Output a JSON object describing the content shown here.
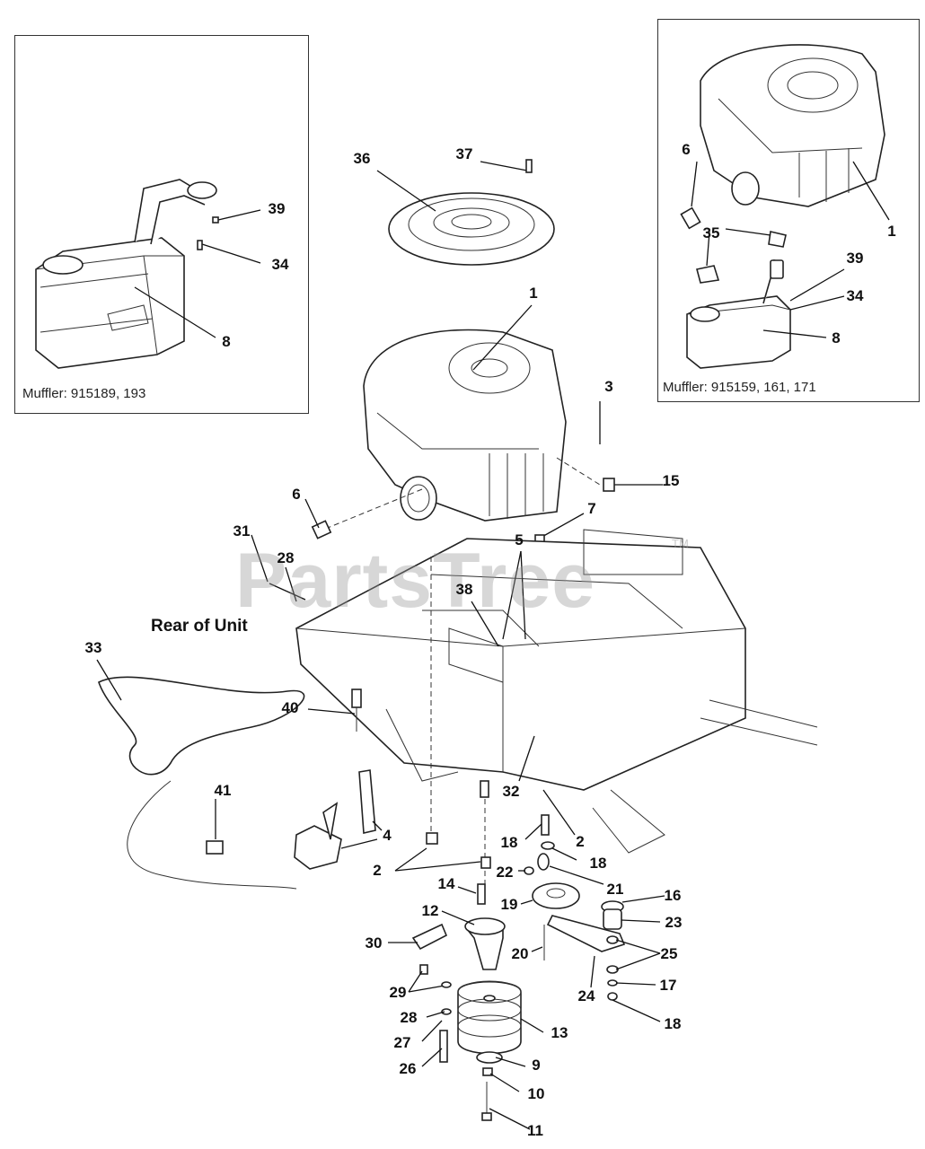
{
  "insets": {
    "left_caption": "Muffler: 915189, 193",
    "right_caption": "Muffler: 915159, 161, 171"
  },
  "notes": {
    "rear_of_unit": "Rear of Unit"
  },
  "watermark": {
    "text": "PartsTree",
    "tm": "TM"
  },
  "callouts": {
    "c1_main": "1",
    "c1_inset": "1",
    "c2_a": "2",
    "c2_b": "2",
    "c3": "3",
    "c4": "4",
    "c5": "5",
    "c6_main": "6",
    "c6_inset": "6",
    "c7": "7",
    "c8_left": "8",
    "c8_right": "8",
    "c9": "9",
    "c10": "10",
    "c11": "11",
    "c12": "12",
    "c13": "13",
    "c14": "14",
    "c15": "15",
    "c16": "16",
    "c17": "17",
    "c18_a": "18",
    "c18_b": "18",
    "c18_c": "18",
    "c19": "19",
    "c20": "20",
    "c21": "21",
    "c22": "22",
    "c23": "23",
    "c24": "24",
    "c25": "25",
    "c26": "26",
    "c27": "27",
    "c28_a": "28",
    "c28_b": "28",
    "c29": "29",
    "c30": "30",
    "c31": "31",
    "c32": "32",
    "c33": "33",
    "c34_left": "34",
    "c34_right": "34",
    "c35": "35",
    "c36": "36",
    "c37": "37",
    "c38": "38",
    "c39_left": "39",
    "c39_right": "39",
    "c40": "40",
    "c41": "41"
  }
}
